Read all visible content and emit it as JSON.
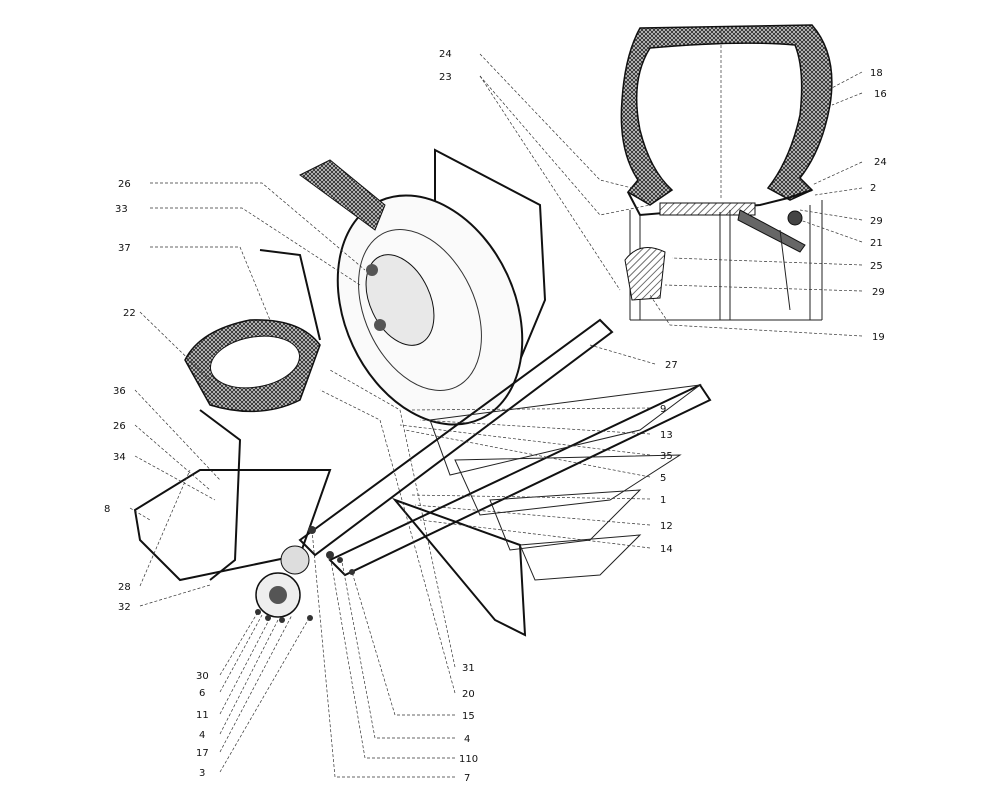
{
  "diagram": {
    "callouts": [
      {
        "id": "c24a",
        "text": "24"
      },
      {
        "id": "c23",
        "text": "23"
      },
      {
        "id": "c18",
        "text": "18"
      },
      {
        "id": "c16",
        "text": "16"
      },
      {
        "id": "c24b",
        "text": "24"
      },
      {
        "id": "c2",
        "text": "2"
      },
      {
        "id": "c29a",
        "text": "29"
      },
      {
        "id": "c21",
        "text": "21"
      },
      {
        "id": "c25",
        "text": "25"
      },
      {
        "id": "c29b",
        "text": "29"
      },
      {
        "id": "c19",
        "text": "19"
      },
      {
        "id": "c26a",
        "text": "26"
      },
      {
        "id": "c33",
        "text": "33"
      },
      {
        "id": "c37",
        "text": "37"
      },
      {
        "id": "c22",
        "text": "22"
      },
      {
        "id": "c27",
        "text": "27"
      },
      {
        "id": "c9",
        "text": "9"
      },
      {
        "id": "c13",
        "text": "13"
      },
      {
        "id": "c35",
        "text": "35"
      },
      {
        "id": "c5",
        "text": "5"
      },
      {
        "id": "c1",
        "text": "1"
      },
      {
        "id": "c12",
        "text": "12"
      },
      {
        "id": "c14",
        "text": "14"
      },
      {
        "id": "c36",
        "text": "36"
      },
      {
        "id": "c26b",
        "text": "26"
      },
      {
        "id": "c34",
        "text": "34"
      },
      {
        "id": "c8",
        "text": "8"
      },
      {
        "id": "c28",
        "text": "28"
      },
      {
        "id": "c32",
        "text": "32"
      },
      {
        "id": "c30",
        "text": "30"
      },
      {
        "id": "c6",
        "text": "6"
      },
      {
        "id": "c11",
        "text": "11"
      },
      {
        "id": "c4a",
        "text": "4"
      },
      {
        "id": "c17",
        "text": "17"
      },
      {
        "id": "c3",
        "text": "3"
      },
      {
        "id": "c31",
        "text": "31"
      },
      {
        "id": "c20",
        "text": "20"
      },
      {
        "id": "c15",
        "text": "15"
      },
      {
        "id": "c4b",
        "text": "4"
      },
      {
        "id": "c110",
        "text": "110"
      },
      {
        "id": "c7",
        "text": "7"
      }
    ]
  }
}
